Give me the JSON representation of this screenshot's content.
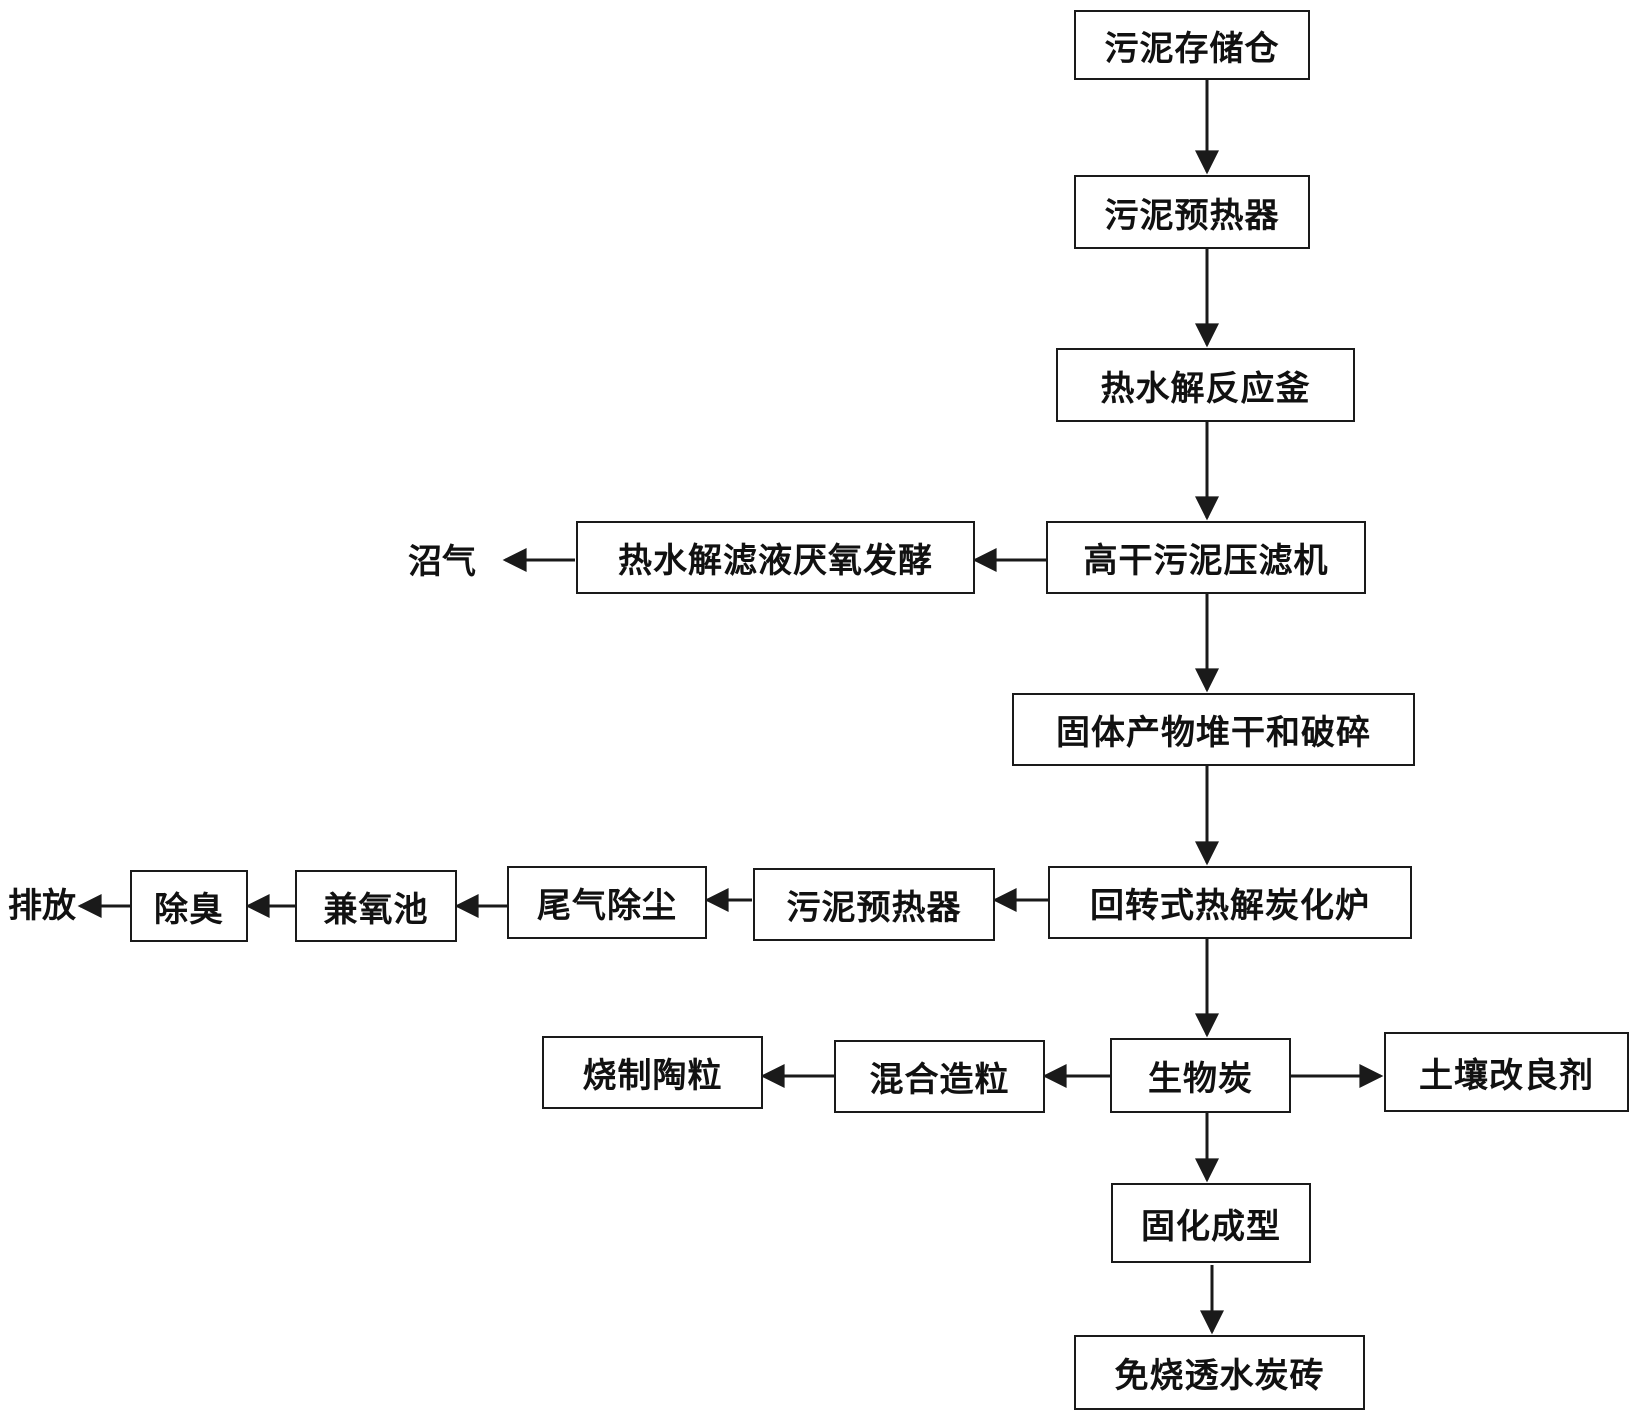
{
  "nodes": {
    "storage": "污泥存储仓",
    "preheater1": "污泥预热器",
    "reactor": "热水解反应釜",
    "filterpress": "高干污泥压滤机",
    "anaerobic": "热水解滤液厌氧发酵",
    "biogas": "沼气",
    "crush": "固体产物堆干和破碎",
    "furnace": "回转式热解炭化炉",
    "preheater2": "污泥预热器",
    "dust": "尾气除尘",
    "tank": "兼氧池",
    "deodor": "除臭",
    "discharge": "排放",
    "biochar": "生物炭",
    "granulate": "混合造粒",
    "ceramsite": "烧制陶粒",
    "soil": "土壤改良剂",
    "solidify": "固化成型",
    "brick": "免烧透水炭砖"
  },
  "colors": {
    "stroke": "#1a1a1a",
    "text": "#111111",
    "background": "#ffffff"
  }
}
